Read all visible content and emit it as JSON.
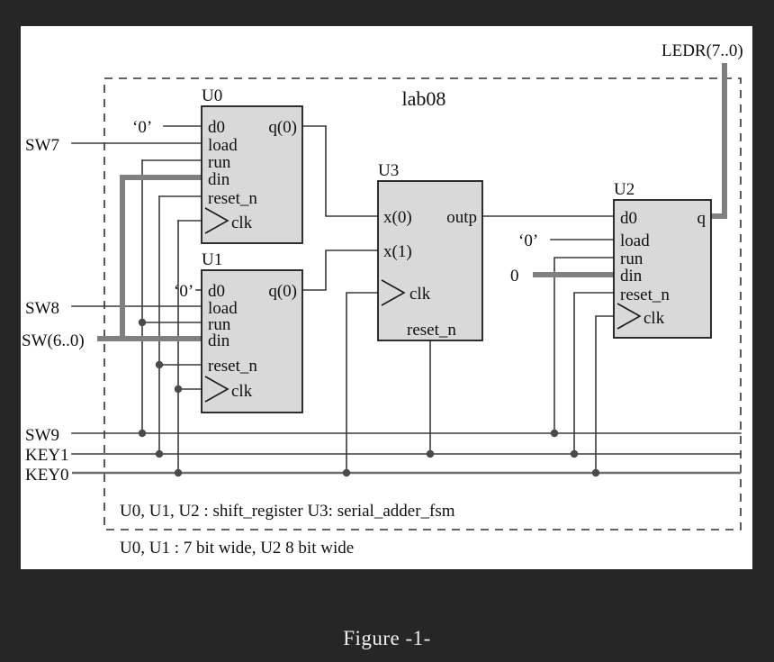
{
  "figure": {
    "caption": "Figure -1-",
    "block_title": "lab08"
  },
  "blocks": [
    {
      "id": "U0",
      "name": "U0",
      "inputs": [
        "d0",
        "load",
        "run",
        "din",
        "reset_n",
        "clk"
      ],
      "outputs": [
        "q(0)"
      ]
    },
    {
      "id": "U1",
      "name": "U1",
      "inputs": [
        "d0",
        "load",
        "run",
        "din",
        "reset_n",
        "clk"
      ],
      "outputs": [
        "q(0)"
      ]
    },
    {
      "id": "U3",
      "name": "U3",
      "inputs": [
        "x(0)",
        "x(1)",
        "clk",
        "reset_n"
      ],
      "outputs": [
        "outp"
      ]
    },
    {
      "id": "U2",
      "name": "U2",
      "inputs": [
        "d0",
        "load",
        "run",
        "din",
        "reset_n",
        "clk"
      ],
      "outputs": [
        "q"
      ]
    }
  ],
  "pins": {
    "u0": {
      "d0": "d0",
      "load": "load",
      "run": "run",
      "din": "din",
      "reset_n": "reset_n",
      "clk": "clk",
      "q": "q(0)"
    },
    "u1": {
      "d0": "d0",
      "load": "load",
      "run": "run",
      "din": "din",
      "reset_n": "reset_n",
      "clk": "clk",
      "q": "q(0)"
    },
    "u3": {
      "x0": "x(0)",
      "x1": "x(1)",
      "clk": "clk",
      "reset_n": "reset_n",
      "outp": "outp"
    },
    "u2": {
      "d0": "d0",
      "load": "load",
      "run": "run",
      "din": "din",
      "reset_n": "reset_n",
      "clk": "clk",
      "q": "q"
    }
  },
  "signals": {
    "sw7": "SW7",
    "sw8": "SW8",
    "sw6_0": "SW(6..0)",
    "sw9": "SW9",
    "key1": "KEY1",
    "key0": "KEY0",
    "ledr": "LEDR(7..0)",
    "const_zero_u0": "‘0’",
    "const_zero_u1": "‘0’",
    "const_zero_u2": "‘0’",
    "const_zero_din_u2": "0"
  },
  "notes": {
    "line1": "U0, U1, U2 : shift_register   U3: serial_adder_fsm",
    "line2": "U0, U1 : 7 bit wide,  U2 8 bit wide"
  },
  "colors": {
    "background": "#262626",
    "panel": "#ffffff",
    "block_fill": "#d9d9d9",
    "block_stroke": "#1a1a1a",
    "wire": "#3a3a3a",
    "bus": "#808080",
    "caption_text": "#f2f0ec"
  }
}
